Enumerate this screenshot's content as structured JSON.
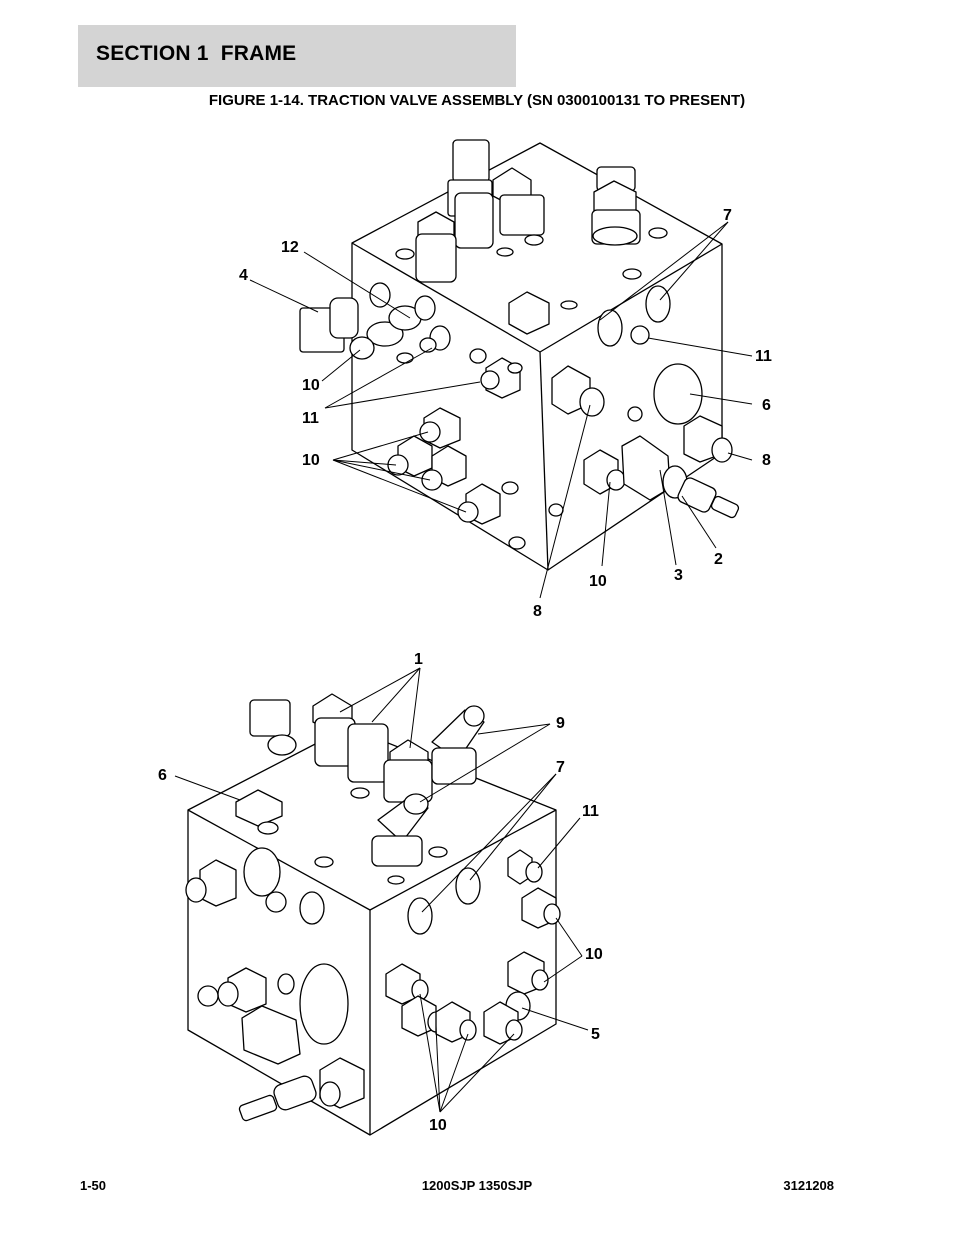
{
  "header": {
    "section_title": "SECTION 1  FRAME"
  },
  "figure": {
    "title": "FIGURE 1-14. TRACTION VALVE ASSEMBLY (SN 0300100131 TO PRESENT)"
  },
  "callouts_top": {
    "c12": "12",
    "c4": "4",
    "c7": "7",
    "c11a": "11",
    "c10a": "10",
    "c11b": "11",
    "c6": "6",
    "c10b": "10",
    "c8a": "8",
    "c2": "2",
    "c3": "3",
    "c10c": "10",
    "c8b": "8"
  },
  "callouts_bottom": {
    "c1": "1",
    "c9": "9",
    "c6": "6",
    "c7": "7",
    "c11": "11",
    "c10a": "10",
    "c5": "5",
    "c10b": "10"
  },
  "footer": {
    "page_number": "1-50",
    "models": "1200SJP 1350SJP",
    "doc_number": "3121208"
  }
}
